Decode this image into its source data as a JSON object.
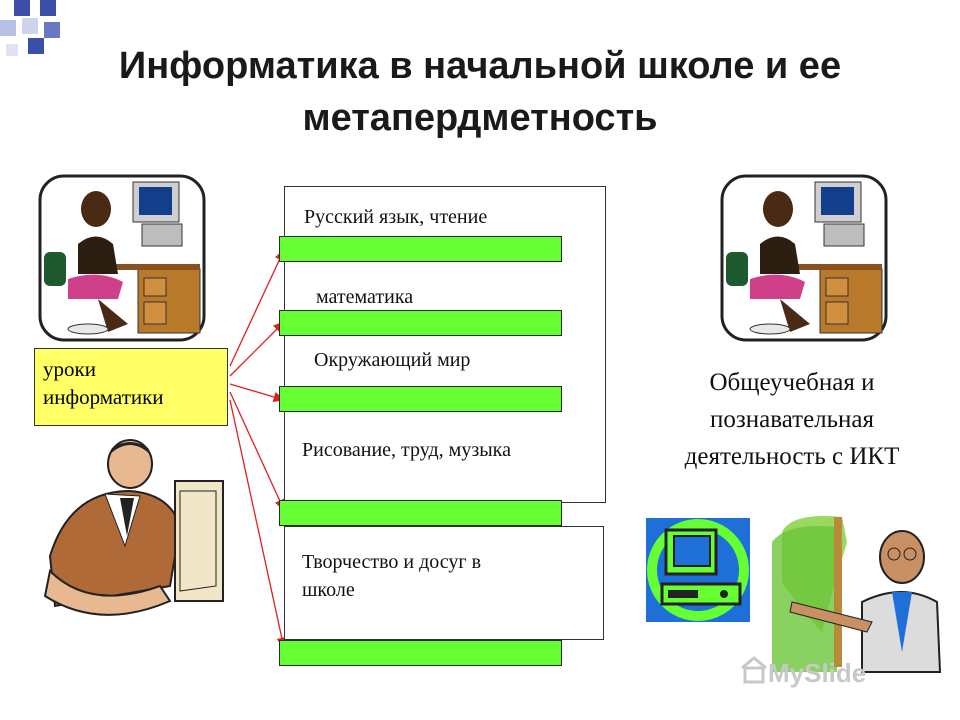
{
  "slide": {
    "title": "Информатика в начальной школе и ее метапердметность",
    "lessons_label": "уроки информатики",
    "subjects": [
      "Русский язык, чтение",
      "математика",
      "Окружающий мир",
      "Рисование, труд, музыка",
      "Творчество и досуг в школе"
    ],
    "right_text": "Общеучебная и познавательная деятельность с ИКТ",
    "watermark": "MySlide"
  },
  "colors": {
    "lesson_box": "#ffff66",
    "green_bar": "#66ff33",
    "arrow": "#e02020",
    "corner_blue": "#3b4fa8"
  },
  "icons": [
    "corner-squares-icon",
    "woman-at-computer-icon",
    "man-at-computer-icon",
    "computer-icon",
    "teacher-at-board-icon",
    "myslide-logo-icon"
  ]
}
